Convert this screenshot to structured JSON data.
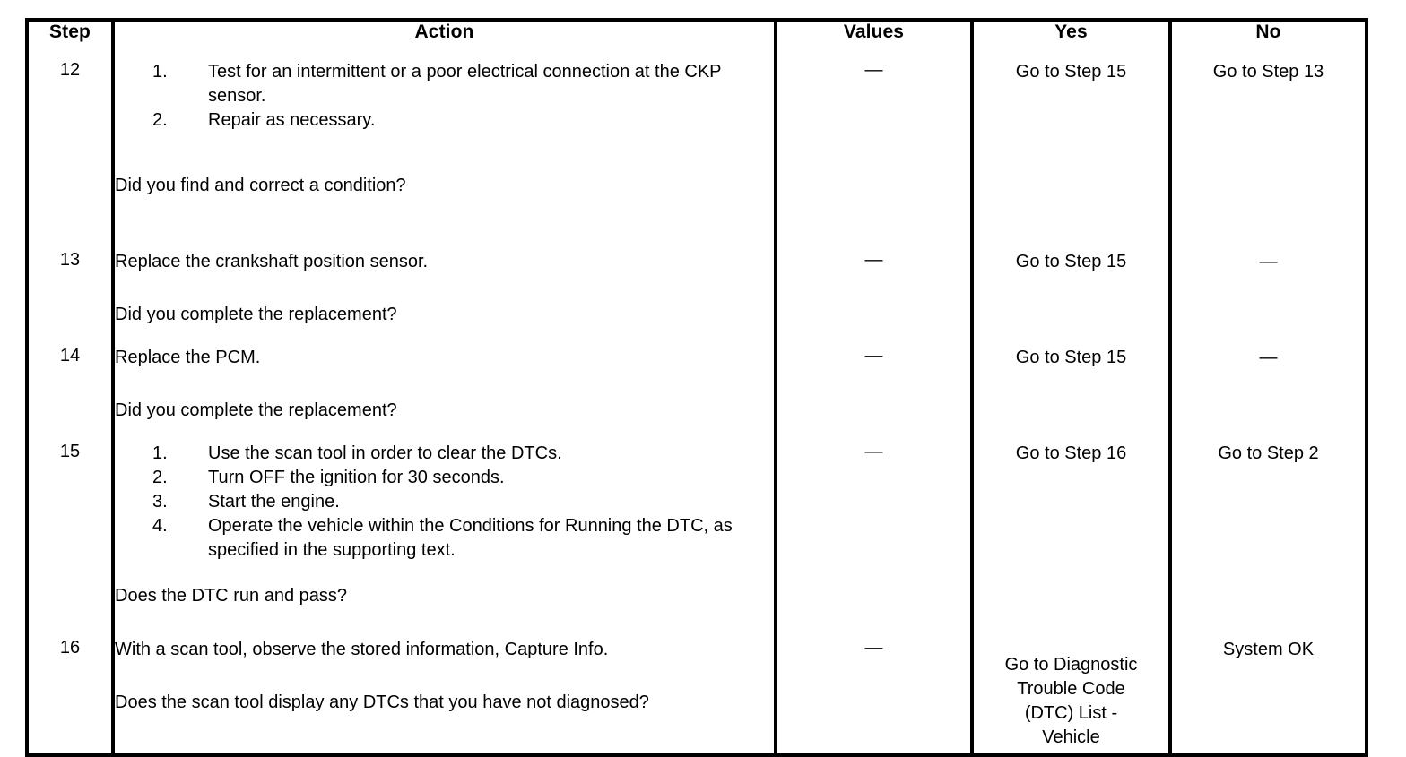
{
  "table": {
    "headers": {
      "step": "Step",
      "action": "Action",
      "values": "Values",
      "yes": "Yes",
      "no": "No"
    },
    "dash": "—",
    "rows": [
      {
        "step": "12",
        "numbered_actions": [
          "Test for an intermittent or a poor electrical connection at the CKP sensor.",
          "Repair as necessary."
        ],
        "question": "Did you find and correct a condition?",
        "values": "—",
        "yes": "Go to Step 15",
        "no": "Go to Step 13"
      },
      {
        "step": "13",
        "statement": "Replace the crankshaft position sensor.",
        "question": "Did you complete the replacement?",
        "values": "—",
        "yes": "Go to Step 15",
        "no": "—"
      },
      {
        "step": "14",
        "statement": "Replace the PCM.",
        "question": "Did you complete the replacement?",
        "values": "—",
        "yes": "Go to Step 15",
        "no": "—"
      },
      {
        "step": "15",
        "numbered_actions": [
          "Use the scan tool in order to clear the DTCs.",
          "Turn OFF the ignition for 30 seconds.",
          "Start the engine.",
          "Operate the vehicle within the Conditions for Running the DTC, as specified in the supporting text."
        ],
        "question": "Does the DTC run and pass?",
        "values": "—",
        "yes": "Go to Step 16",
        "no": "Go to Step 2"
      },
      {
        "step": "16",
        "statement": "With a scan tool, observe the stored information, Capture Info.",
        "question": "Does the scan tool display any DTCs that you have not diagnosed?",
        "values": "—",
        "yes_lines": [
          "Go to Diagnostic",
          "Trouble Code",
          "(DTC) List -",
          "Vehicle"
        ],
        "no": "System OK"
      }
    ]
  },
  "colors": {
    "border": "#000000",
    "background": "#ffffff",
    "text": "#000000"
  }
}
